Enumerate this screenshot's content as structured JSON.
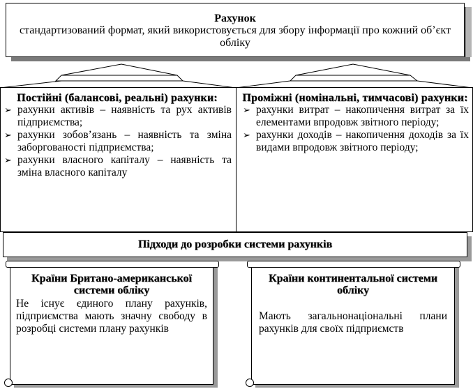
{
  "account": {
    "title": "Рахунок",
    "description": "стандартизований формат, який використовується для збору інформації про кожний об’єкт обліку"
  },
  "permanent": {
    "heading": "Постійні (балансові, реальні) рахунки:",
    "items": [
      "рахунки активів – наявність та рух активів підприємства;",
      "рахунки зобов’язань – наявність та зміна заборгованості підприємства;",
      "рахунки власного капіталу – наявність та зміна власного капіталу"
    ]
  },
  "temporary": {
    "heading": "Проміжні (номінальні, тимчасові) рахунки:",
    "items": [
      "рахунки витрат – накопичення витрат за їх елементами впродовж звітного періоду;",
      "рахунки доходів – накопичення доходів за їх видами впродовж звітного періоду;"
    ]
  },
  "approaches": {
    "title": "Підходи до розробки системи рахунків"
  },
  "anglo": {
    "heading": "Країни Британо-американської системи обліку",
    "text": "Не існує єдиного плану рахунків, підприємства мають значну свободу в розробці системи плану рахунків"
  },
  "continental": {
    "heading": "Країни континентальної системи обліку",
    "text": "Мають загальнонаціональні плани рахунків для своїх підприємств"
  },
  "bullet_icon": "arrow-bullet-icon"
}
